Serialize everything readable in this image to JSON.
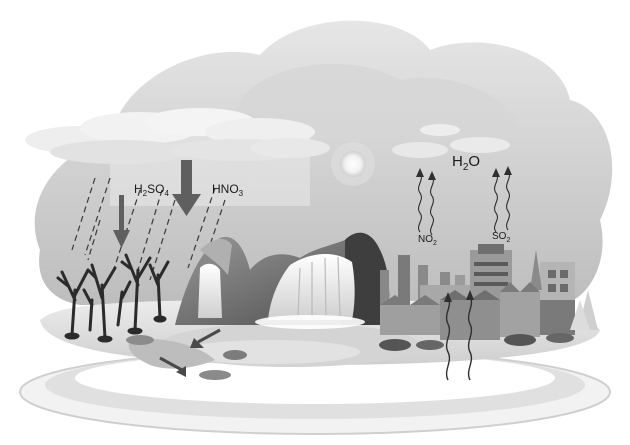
{
  "labels": {
    "h2so4": {
      "main": "H",
      "sub1": "2",
      "mid": "SO",
      "sub2": "4"
    },
    "hno3": {
      "main": "HNO",
      "sub": "3"
    },
    "h2o": {
      "main": "H",
      "sub": "2",
      "tail": "O"
    },
    "no2": {
      "main": "NO",
      "sub": "2"
    },
    "so2": {
      "main": "SO",
      "sub": "2"
    }
  },
  "colors": {
    "background": "#ffffff",
    "sky_cloud": "#cfcfcf",
    "ground": "#e3e3e3",
    "water": "#d9d9d9",
    "mountain": "#6f6f6f",
    "arrow": "#5f5f5f",
    "tree": "#2b2b2b",
    "factory": "#8a8a8a"
  },
  "icons": [
    "sun-icon",
    "acid-rain-arrow-icon",
    "wavy-emission-arrow-icon",
    "dead-tree-icon",
    "factory-icon",
    "waterfall-icon",
    "cloud-icon"
  ]
}
